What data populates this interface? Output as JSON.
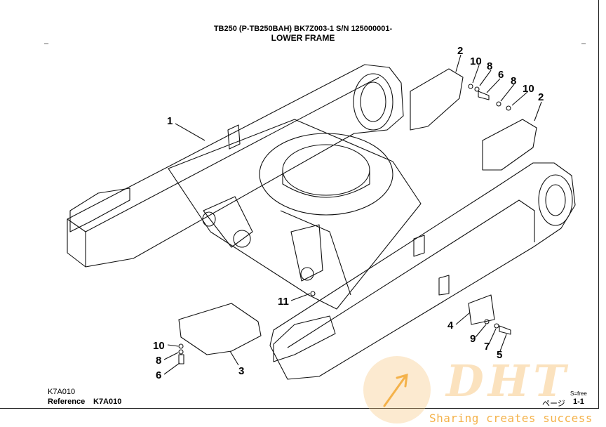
{
  "header": {
    "line1": "TB250 (P-TB250BAH) BK7Z003-1 S/N 125000001-",
    "line2": "LOWER FRAME",
    "dash_left": "–",
    "dash_right": "–"
  },
  "callouts": [
    {
      "id": "c-2a",
      "text": "2"
    },
    {
      "id": "c-10a",
      "text": "10"
    },
    {
      "id": "c-8a",
      "text": "8"
    },
    {
      "id": "c-6a",
      "text": "6"
    },
    {
      "id": "c-8b",
      "text": "8"
    },
    {
      "id": "c-10b",
      "text": "10"
    },
    {
      "id": "c-2b",
      "text": "2"
    },
    {
      "id": "c-1",
      "text": "1"
    },
    {
      "id": "c-11",
      "text": "11"
    },
    {
      "id": "c-4",
      "text": "4"
    },
    {
      "id": "c-9",
      "text": "9"
    },
    {
      "id": "c-7",
      "text": "7"
    },
    {
      "id": "c-5",
      "text": "5"
    },
    {
      "id": "c-10c",
      "text": "10"
    },
    {
      "id": "c-8c",
      "text": "8"
    },
    {
      "id": "c-6c",
      "text": "6"
    },
    {
      "id": "c-3",
      "text": "3"
    }
  ],
  "footer": {
    "ref_code": "K7A010",
    "ref_label": "Reference",
    "ref_value": "K7A010",
    "s_free": "S=free",
    "page_label": "ページ",
    "page_number": "1-1"
  },
  "watermark": {
    "big_text": "DHT",
    "tagline": "Sharing creates success",
    "color": "#f4b24a"
  }
}
